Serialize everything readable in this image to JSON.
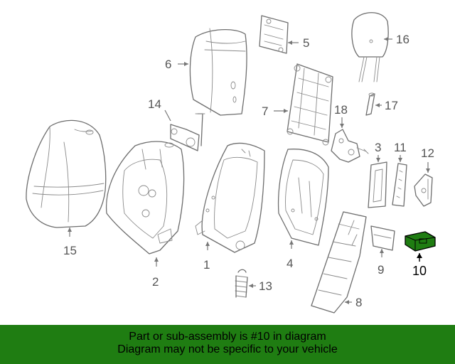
{
  "diagram": {
    "highlight_color": "#1f7d12",
    "callouts": [
      {
        "id": "1",
        "label": "1"
      },
      {
        "id": "2",
        "label": "2"
      },
      {
        "id": "3",
        "label": "3"
      },
      {
        "id": "4",
        "label": "4"
      },
      {
        "id": "5",
        "label": "5"
      },
      {
        "id": "6",
        "label": "6"
      },
      {
        "id": "7",
        "label": "7"
      },
      {
        "id": "8",
        "label": "8"
      },
      {
        "id": "9",
        "label": "9"
      },
      {
        "id": "10",
        "label": "10"
      },
      {
        "id": "11",
        "label": "11"
      },
      {
        "id": "12",
        "label": "12"
      },
      {
        "id": "13",
        "label": "13"
      },
      {
        "id": "14",
        "label": "14"
      },
      {
        "id": "15",
        "label": "15"
      },
      {
        "id": "16",
        "label": "16"
      },
      {
        "id": "17",
        "label": "17"
      },
      {
        "id": "18",
        "label": "18"
      }
    ]
  },
  "banner": {
    "line1": "Part or sub-assembly is #10 in diagram",
    "line2": "Diagram may not be specific to your vehicle",
    "background_color": "#1f7d12"
  }
}
